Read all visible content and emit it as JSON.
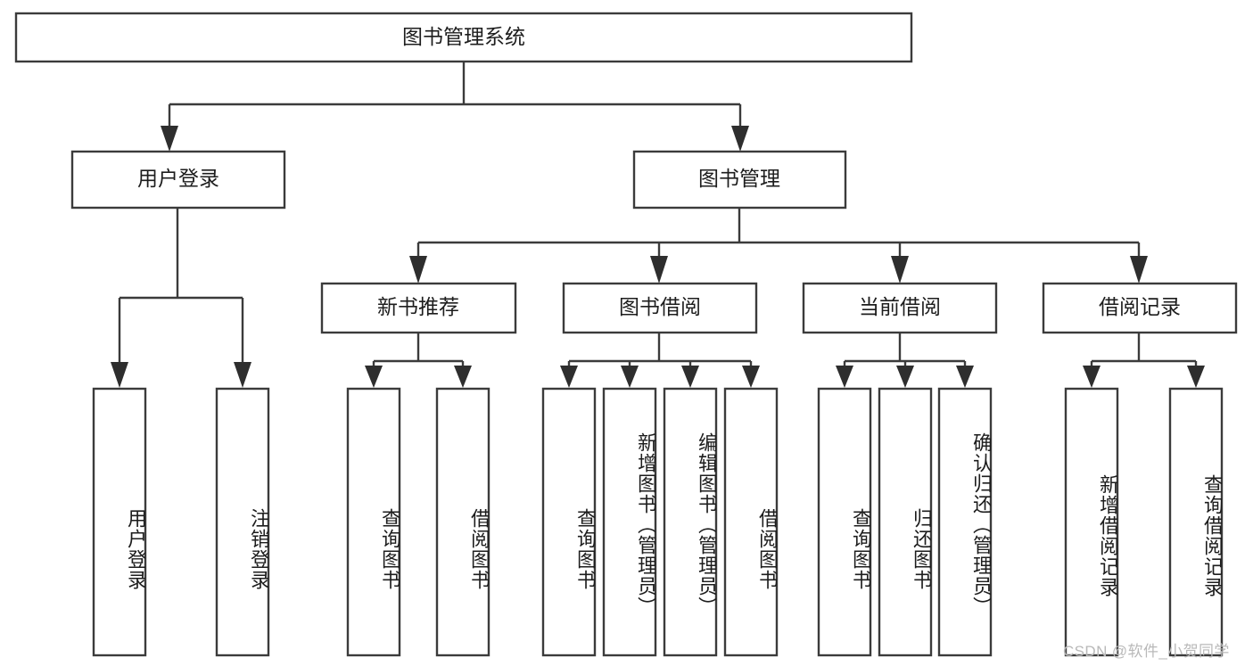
{
  "diagram": {
    "type": "tree-hierarchy",
    "title": "图书管理系统",
    "root": {
      "id": "root",
      "label": "图书管理系统",
      "orientation": "horizontal"
    },
    "level2": [
      {
        "id": "user-login",
        "label": "用户登录",
        "orientation": "horizontal"
      },
      {
        "id": "book-management",
        "label": "图书管理",
        "orientation": "horizontal"
      }
    ],
    "level3": [
      {
        "id": "new-book-recommend",
        "label": "新书推荐",
        "orientation": "horizontal",
        "parent": "book-management"
      },
      {
        "id": "book-borrow",
        "label": "图书借阅",
        "orientation": "horizontal",
        "parent": "book-management"
      },
      {
        "id": "current-borrow",
        "label": "当前借阅",
        "orientation": "horizontal",
        "parent": "book-management"
      },
      {
        "id": "borrow-record",
        "label": "借阅记录",
        "orientation": "horizontal",
        "parent": "book-management"
      }
    ],
    "leaves": [
      {
        "id": "leaf-user-login",
        "label": "用户登录",
        "parent": "user-login",
        "orientation": "vertical"
      },
      {
        "id": "leaf-user-logout",
        "label": "注销登录",
        "parent": "user-login",
        "orientation": "vertical"
      },
      {
        "id": "leaf-query-book-1",
        "label": "查询图书",
        "parent": "new-book-recommend",
        "orientation": "vertical"
      },
      {
        "id": "leaf-borrow-book-1",
        "label": "借阅图书",
        "parent": "new-book-recommend",
        "orientation": "vertical"
      },
      {
        "id": "leaf-query-book-2",
        "label": "查询图书",
        "parent": "book-borrow",
        "orientation": "vertical"
      },
      {
        "id": "leaf-add-book",
        "label": "新增图书（管理员）",
        "parent": "book-borrow",
        "orientation": "vertical"
      },
      {
        "id": "leaf-edit-book",
        "label": "编辑图书（管理员）",
        "parent": "book-borrow",
        "orientation": "vertical"
      },
      {
        "id": "leaf-borrow-book-2",
        "label": "借阅图书",
        "parent": "book-borrow",
        "orientation": "vertical"
      },
      {
        "id": "leaf-query-book-3",
        "label": "查询图书",
        "parent": "current-borrow",
        "orientation": "vertical"
      },
      {
        "id": "leaf-return-book",
        "label": "归还图书",
        "parent": "current-borrow",
        "orientation": "vertical"
      },
      {
        "id": "leaf-confirm-return",
        "label": "确认归还（管理员）",
        "parent": "current-borrow",
        "orientation": "vertical"
      },
      {
        "id": "leaf-add-record",
        "label": "新增借阅记录",
        "parent": "borrow-record",
        "orientation": "vertical"
      },
      {
        "id": "leaf-query-record",
        "label": "查询借阅记录",
        "parent": "borrow-record",
        "orientation": "vertical"
      }
    ],
    "colors": {
      "box_fill": "#ffffff",
      "box_stroke": "#3b3b3b",
      "connector": "#3b3b3b",
      "text": "#1d1d1d",
      "watermark": "#b9b9b9",
      "background": "#ffffff"
    }
  },
  "watermark": {
    "text": "CSDN @软件_小贺同学"
  }
}
